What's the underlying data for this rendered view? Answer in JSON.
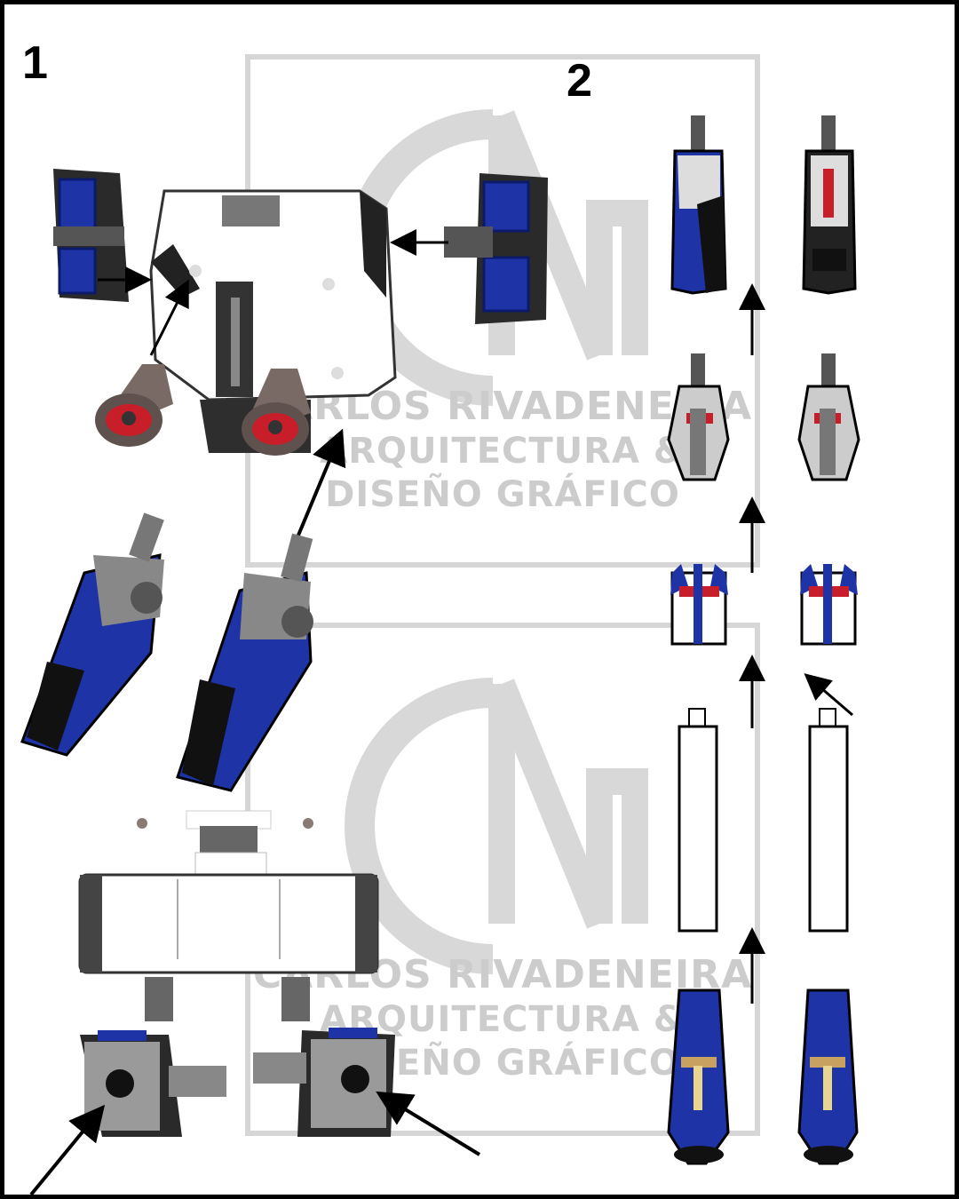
{
  "steps": {
    "step1": "1",
    "step2": "2"
  },
  "watermark": {
    "line1": "CARLOS RIVADENEIRA",
    "line2": "ARQUITECTURA &",
    "line3": "DISEÑO GRÁFICO"
  },
  "colors": {
    "blue": "#1e34a6",
    "dark_blue": "#0c1a6b",
    "black": "#111111",
    "gray": "#8a8a8a",
    "dark_gray": "#4a4a4a",
    "white": "#ffffff",
    "red": "#c81e2a",
    "brown_gray": "#7a6a66",
    "watermark": "#cccccc"
  }
}
